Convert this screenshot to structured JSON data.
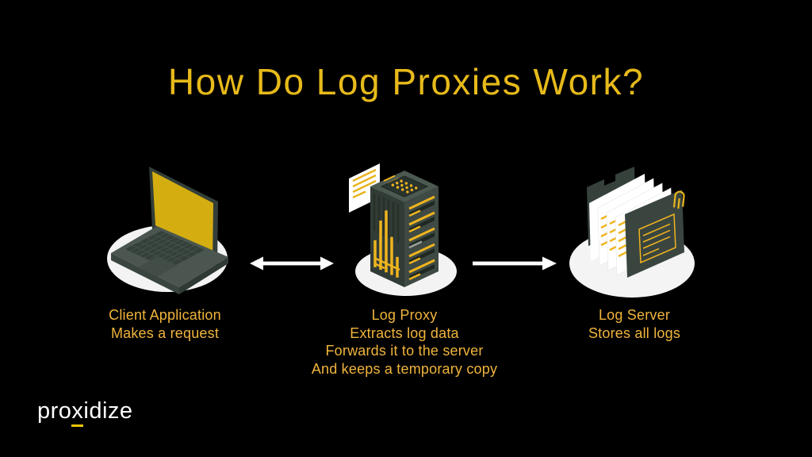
{
  "title": "How Do Log Proxies Work?",
  "colors": {
    "background": "#000000",
    "title_text": "#E7BA1A",
    "caption_text": "#F0B43C",
    "illustration_yellow": "#EFB41F",
    "illustration_dark_green": "#3E4A43",
    "laptop_screen_yellow": "#D4AD10",
    "shadow_ellipse": "#F3F3F3",
    "arrow_white": "#FFFFFF",
    "logo_text": "#FFFFFF",
    "logo_underline": "#EDC508"
  },
  "figures": {
    "client": {
      "icon": "laptop-icon",
      "caption": [
        "Client Application",
        "Makes a request"
      ]
    },
    "proxy": {
      "icon": "server-icon",
      "caption": [
        "Log Proxy",
        "Extracts log data",
        "Forwards it to the server",
        "And keeps a temporary copy"
      ]
    },
    "server": {
      "icon": "documents-icon",
      "caption": [
        "Log Server",
        "Stores all logs"
      ]
    }
  },
  "arrows": {
    "client_proxy": "bidirectional-arrow-icon",
    "proxy_server": "right-arrow-icon"
  },
  "logo": {
    "before_x": "pro",
    "x": "x",
    "after_x": "idize"
  }
}
